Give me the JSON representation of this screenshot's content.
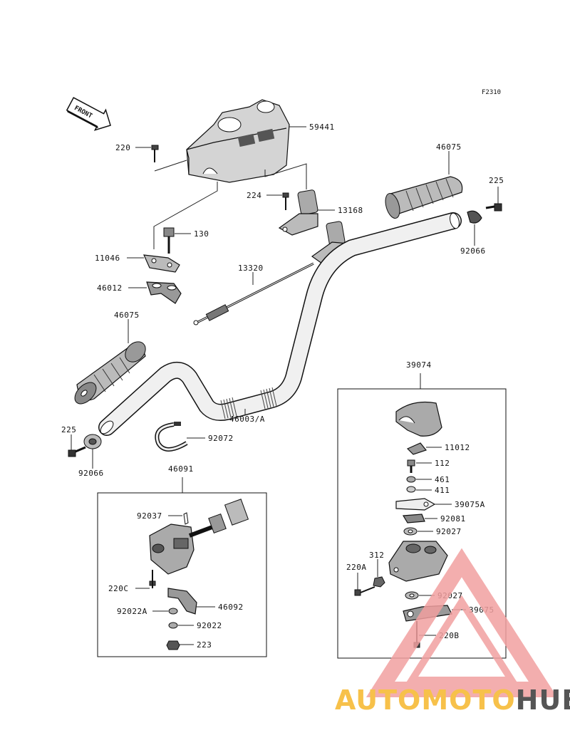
{
  "figure_code": "F2310",
  "front_label": "FRONT",
  "callouts": {
    "p59441": "59441",
    "p220": "220",
    "p46075_top": "46075",
    "p225_top": "225",
    "p224": "224",
    "p13168": "13168",
    "p130": "130",
    "p11046": "11046",
    "p92066_top": "92066",
    "p13320": "13320",
    "p46012": "46012",
    "p46075_left": "46075",
    "p46003A": "46003/A",
    "p225_left": "225",
    "p92072": "92072",
    "p92066_left": "92066",
    "p46091": "46091",
    "p92037": "92037",
    "p220C": "220C",
    "p92022A": "92022A",
    "p46092": "46092",
    "p92022": "92022",
    "p223": "223",
    "p39074": "39074",
    "p11012": "11012",
    "p112": "112",
    "p461": "461",
    "p411": "411",
    "p39075A": "39075A",
    "p92081": "92081",
    "p92027_top": "92027",
    "p312": "312",
    "p220A": "220A",
    "p92027_bottom": "92027",
    "p39075": "39075",
    "p220B": "220B"
  },
  "watermark": {
    "word_part1": "AUTOMOTO",
    "word_part2": "HUB",
    "color_part1": "#f7c14a",
    "color_part2": "#555555",
    "triangle_color": "#f2a0a0"
  }
}
